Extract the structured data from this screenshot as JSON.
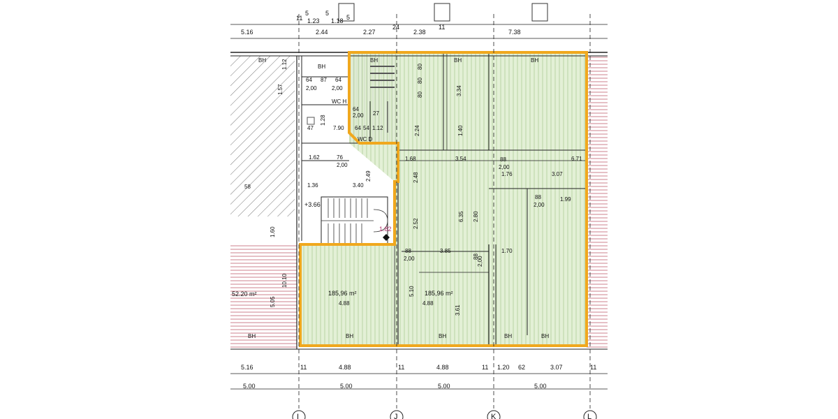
{
  "top_dimensions_row1": [
    "11",
    "5",
    "1.23",
    "5",
    "1.18",
    "5"
  ],
  "top_dimensions_row2": [
    "5.16",
    "2.44",
    "2.27",
    "24",
    "2.38",
    "11",
    "7.38"
  ],
  "bottom_dimensions_row1": [
    "5.16",
    "11",
    "4.88",
    "11",
    "4.88",
    "11",
    "1.20",
    "62",
    "3.07",
    "11"
  ],
  "bottom_dimensions_row2": [
    "5.00",
    "5.00",
    "5.00",
    "5.00"
  ],
  "grid_axes": [
    "I",
    "J",
    "K",
    "L"
  ],
  "room_labels": {
    "wc_h": "WC H",
    "wc_d": "WC D",
    "bh": "BH"
  },
  "areas": {
    "left_neighbor": "52.20 m²",
    "unit_left": "185,96 m²",
    "unit_right": "185,96 m²"
  },
  "level_marker": "+3.66",
  "stair_level": "1.82",
  "interior_dimensions": {
    "d_64a": "64",
    "d_87": "87",
    "d_64b": "64",
    "d_200a": "2,00",
    "d_200b": "2,00",
    "d_157": "1.57",
    "d_112": "1.12",
    "d_128": "1.28",
    "d_47": "47",
    "d_790": "7.90",
    "d_64c": "64",
    "d_54": "54",
    "d_112b": "1.12",
    "d_162": "1.62",
    "d_76": "76",
    "d_200c": "2,00",
    "d_249": "2.49",
    "d_340": "3.40",
    "d_136": "1.36",
    "d_160": "1.60",
    "d_1010": "10.10",
    "d_505": "5.05",
    "d_58": "58",
    "d_168": "1.68",
    "d_354": "3.54",
    "d_88a": "88",
    "d_200d": "2,00",
    "d_671": "6.71",
    "d_176": "1.76",
    "d_307": "3.07",
    "d_88b": "88",
    "d_200e": "2,00",
    "d_199": "1.99",
    "d_248": "2.48",
    "d_252": "2.52",
    "d_635": "6.35",
    "d_280": "2.80",
    "d_334": "3.34",
    "d_140": "1.40",
    "d_224": "2.24",
    "d_80a": "80",
    "d_80b": "80",
    "d_80c": "80",
    "d_88c": "88",
    "d_200f": "2,00",
    "d_385": "3.85",
    "d_88d": "88",
    "d_200g": "2,00",
    "d_170": "1.70",
    "d_488a": "4.88",
    "d_488b": "4.88",
    "d_510": "5.10",
    "d_361": "3.61",
    "d_27": "27",
    "d_200h": "2,00",
    "d_64d": "64"
  },
  "colors": {
    "outline": "#f0a81e",
    "area_fill": "#e3f0d6",
    "area_hatch": "#b9d4a4",
    "neighbor_hatch": "#c06070",
    "line": "#222222"
  }
}
